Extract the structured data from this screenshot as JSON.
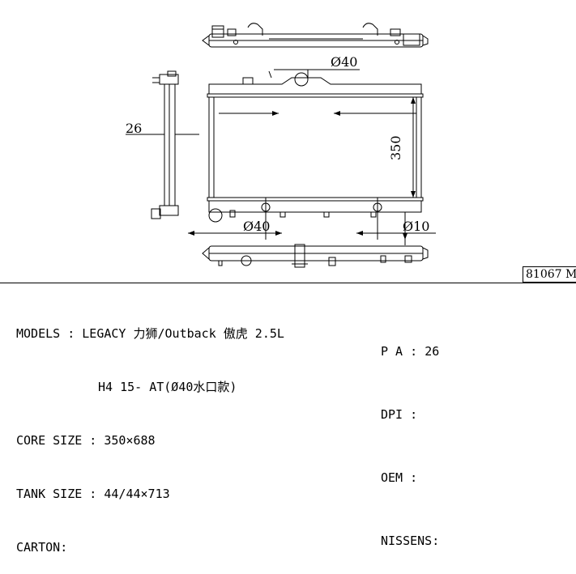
{
  "drawing": {
    "dim_inlet": "Ø40",
    "dim_outlet": "Ø40",
    "dim_small": "Ø10",
    "dim_height": "350",
    "dim_depth": "26"
  },
  "code": "81067 M",
  "specs": {
    "models_label": "MODELS",
    "models_value": "LEGACY 力狮/Outback 傲虎 2.5L",
    "models_value_2": "H4 15- AT(Ø40水口款)",
    "core_label": "CORE SIZE",
    "core_value": "350×688",
    "tank_label": "TANK SIZE",
    "tank_value": "44/44×713",
    "carton_label": "CARTON",
    "pa_label": "P A",
    "pa_value": "26",
    "dpi_label": "DPI",
    "dpi_value": "",
    "oem_label": "OEM",
    "oem_value": "",
    "nissens_label": "NISSENS",
    "nissens_value": ""
  }
}
